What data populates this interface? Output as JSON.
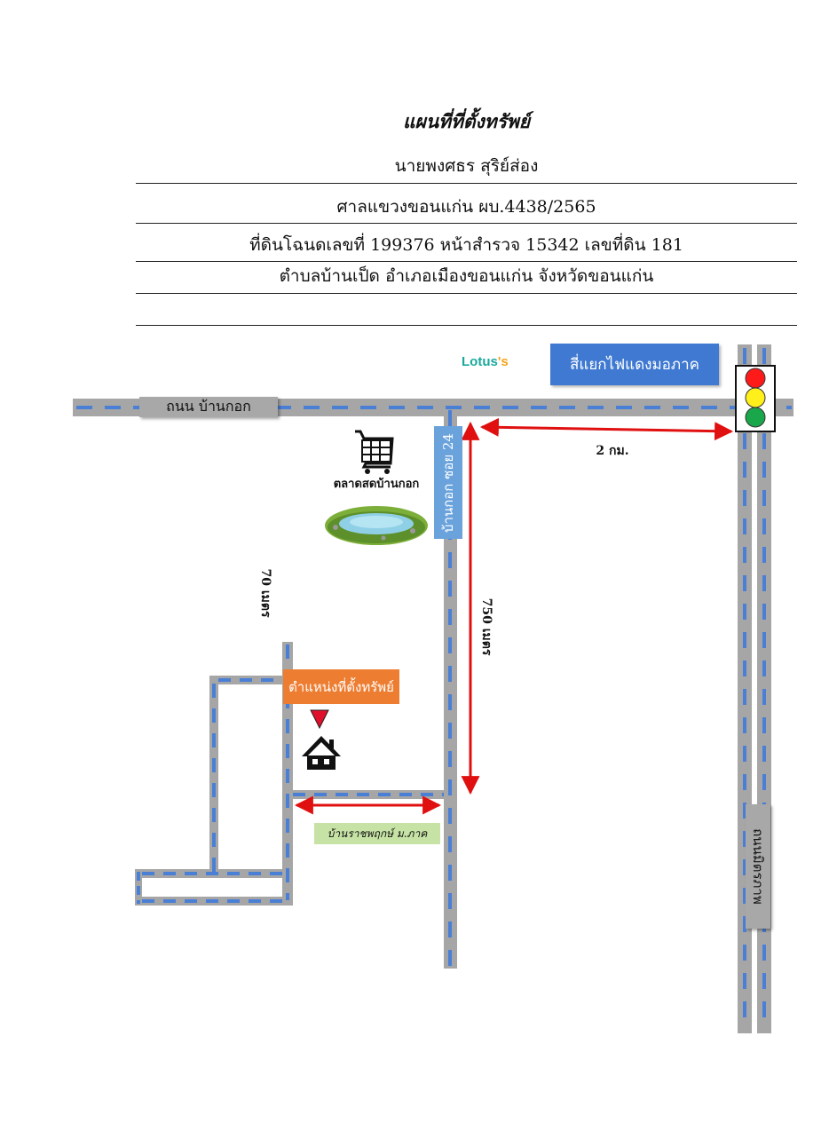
{
  "header": {
    "title": "แผนที่ที่ตั้งทรัพย์",
    "owner": "นายพงศธร สุริย์ส่อง",
    "court_case": "ศาลแขวงขอนแก่น ผบ.4438/2565",
    "deed": "ที่ดินโฉนดเลขที่ 199376 หน้าสำรวจ 15342 เลขที่ดิน 181",
    "location": "ตำบลบ้านเป็ด อำเภอเมืองขอนแก่น จังหวัดขอนแก่น",
    "empty_line": ""
  },
  "map": {
    "lotus_brand": "Lotus",
    "lotus_suffix": "'s",
    "intersection_label": "สี่แยกไฟแดงมอภาค",
    "main_road_label": "ถนน บ้านกอก",
    "soi_label": "บ้านกอก ซอย 24",
    "market_label": "ตลาดสดบ้านกอก",
    "property_label": "ตำแหน่งที่ตั้งทรัพย์",
    "village_label": "บ้านราชพฤกษ์ ม.ภาค",
    "right_road_label": "ถนนมิตรภาพ",
    "dist_2km": "2 กม.",
    "dist_750m": "750 เมตร",
    "dist_70m": "70 เมตร",
    "colors": {
      "road": "#a6a6a6",
      "dash": "#4a7fd6",
      "intersection_box": "#3f79d1",
      "soi_box": "#6aa2dc",
      "property_box": "#ed7d31",
      "village_box": "#c6e3a5",
      "arrow": "#e01010",
      "lotus_teal": "#1aa99c",
      "lotus_orange": "#f5a31a"
    }
  }
}
